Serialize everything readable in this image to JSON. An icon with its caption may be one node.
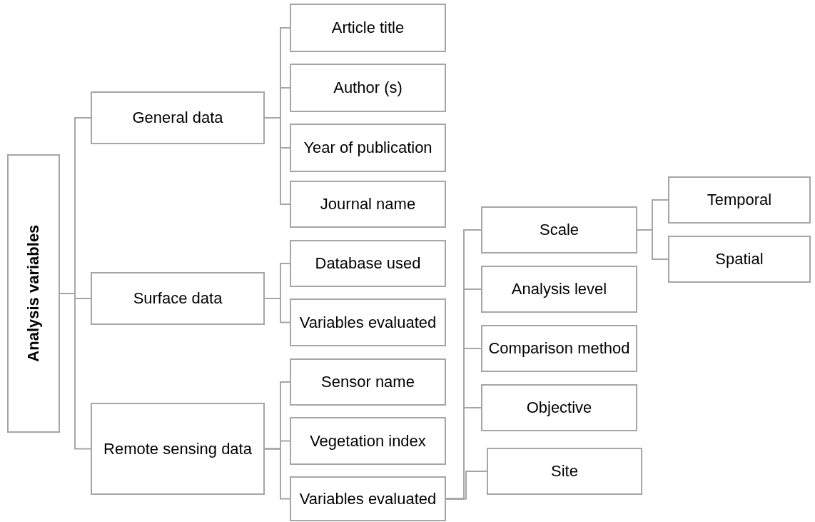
{
  "diagram": {
    "nodes": [
      {
        "text": [
          "Analysis variables"
        ]
      },
      {
        "text": [
          "General data"
        ]
      },
      {
        "text": [
          "Article title"
        ]
      },
      {
        "text": [
          "Author (s)"
        ]
      },
      {
        "text": [
          "Year of publication"
        ]
      },
      {
        "text": [
          "Journal name"
        ]
      },
      {
        "text": [
          "Surface data"
        ]
      },
      {
        "text": [
          "Database used"
        ]
      },
      {
        "text": [
          "Variables evaluated"
        ]
      },
      {
        "text": [
          "Remote sensing data"
        ]
      },
      {
        "text": [
          "Sensor name"
        ]
      },
      {
        "text": [
          "Vegetation index"
        ]
      },
      {
        "text": [
          "Variables evaluated"
        ]
      },
      {
        "text": [
          "Scale"
        ]
      },
      {
        "text": [
          "Temporal"
        ]
      },
      {
        "text": [
          "Spatial"
        ]
      },
      {
        "text": [
          "Analysis level"
        ]
      },
      {
        "text": [
          "Comparison method"
        ]
      },
      {
        "text": [
          "Objective"
        ]
      },
      {
        "text": [
          "Site"
        ]
      }
    ],
    "edges": [
      {
        "from": 0,
        "to": 1,
        "arrow": "none"
      },
      {
        "from": 0,
        "to": 6,
        "arrow": "none"
      },
      {
        "from": 0,
        "to": 9,
        "arrow": "none"
      },
      {
        "from": 1,
        "to": 2,
        "arrow": "none"
      },
      {
        "from": 1,
        "to": 3,
        "arrow": "none"
      },
      {
        "from": 1,
        "to": 4,
        "arrow": "none"
      },
      {
        "from": 1,
        "to": 5,
        "arrow": "none"
      },
      {
        "from": 6,
        "to": 7,
        "arrow": "none"
      },
      {
        "from": 6,
        "to": 8,
        "arrow": "none"
      },
      {
        "from": 9,
        "to": 10,
        "arrow": "none"
      },
      {
        "from": 9,
        "to": 11,
        "arrow": "none"
      },
      {
        "from": 9,
        "to": 12,
        "arrow": "none"
      },
      {
        "from": 12,
        "to": 13,
        "arrow": "none"
      },
      {
        "from": 12,
        "to": 16,
        "arrow": "none"
      },
      {
        "from": 12,
        "to": 17,
        "arrow": "none"
      },
      {
        "from": 12,
        "to": 18,
        "arrow": "none"
      },
      {
        "from": 12,
        "to": 19,
        "arrow": "none"
      },
      {
        "from": 13,
        "to": 14,
        "arrow": "none"
      },
      {
        "from": 13,
        "to": 15,
        "arrow": "none"
      }
    ]
  }
}
